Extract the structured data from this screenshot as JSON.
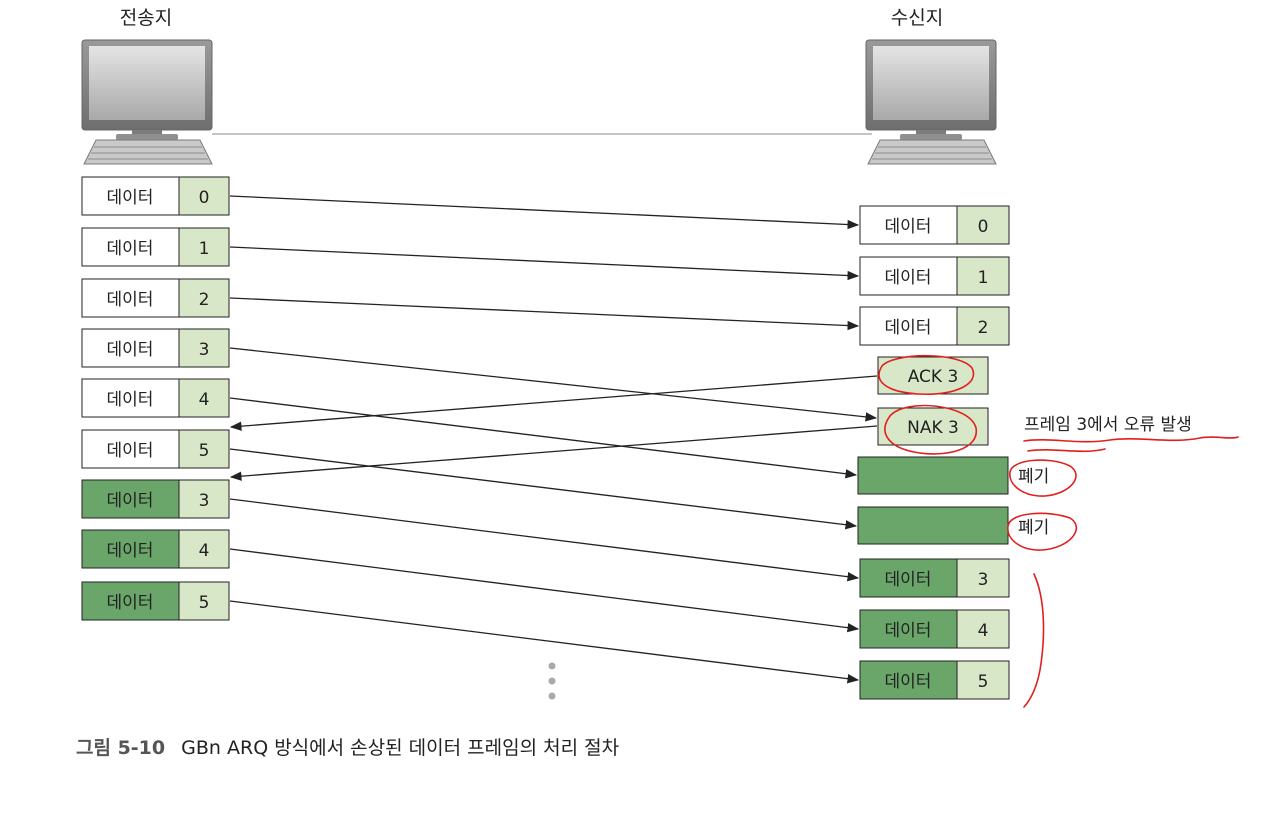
{
  "sender": {
    "label": "전송지"
  },
  "receiver": {
    "label": "수신지"
  },
  "colors": {
    "light_green": "#d9e7c9",
    "dark_green": "#6aa56a",
    "ink": "#222222",
    "annotation_red": "#e0201e",
    "caption_grey": "#555555",
    "dots": "#aaaaaa"
  },
  "sender_frames": [
    {
      "text": "데이터",
      "seq": "0",
      "style": "white"
    },
    {
      "text": "데이터",
      "seq": "1",
      "style": "white"
    },
    {
      "text": "데이터",
      "seq": "2",
      "style": "white"
    },
    {
      "text": "데이터",
      "seq": "3",
      "style": "white"
    },
    {
      "text": "데이터",
      "seq": "4",
      "style": "white"
    },
    {
      "text": "데이터",
      "seq": "5",
      "style": "white"
    },
    {
      "text": "데이터",
      "seq": "3",
      "style": "resend"
    },
    {
      "text": "데이터",
      "seq": "4",
      "style": "resend"
    },
    {
      "text": "데이터",
      "seq": "5",
      "style": "resend"
    }
  ],
  "receiver_frames": [
    {
      "text": "데이터",
      "seq": "0",
      "style": "white"
    },
    {
      "text": "데이터",
      "seq": "1",
      "style": "white"
    },
    {
      "text": "데이터",
      "seq": "2",
      "style": "white"
    },
    {
      "text": "데이터",
      "seq": "3",
      "style": "resend"
    },
    {
      "text": "데이터",
      "seq": "4",
      "style": "resend"
    },
    {
      "text": "데이터",
      "seq": "5",
      "style": "resend"
    }
  ],
  "control_frames": [
    {
      "text": "ACK 3"
    },
    {
      "text": "NAK 3"
    }
  ],
  "annotations": {
    "error": "프레임 3에서 오류 발생",
    "discard_1": "폐기",
    "discard_2": "폐기"
  },
  "caption": {
    "number": "그림 5-10",
    "title": "GBn ARQ 방식에서 손상된 데이터 프레임의 처리 절차"
  }
}
